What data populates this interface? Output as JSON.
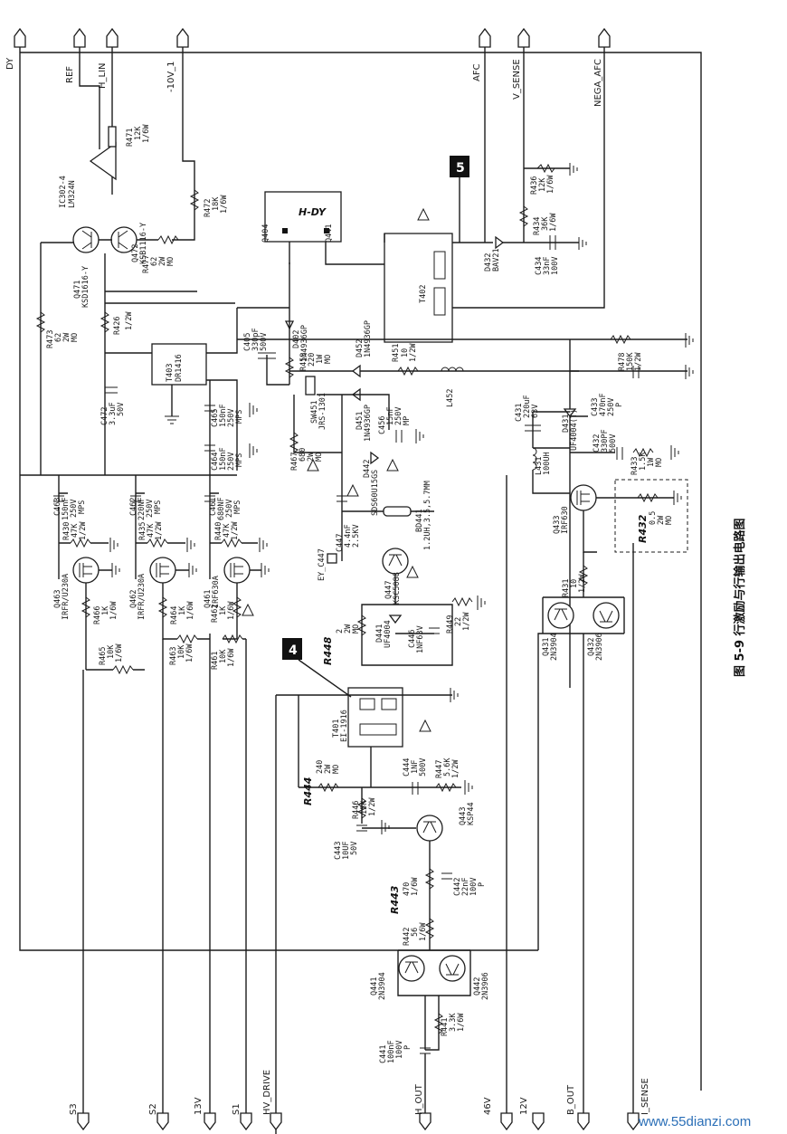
{
  "figure": {
    "caption": "图 5-9  行激励与行输出电路图",
    "watermark": "www.55dianzi.com"
  },
  "top_ports": [
    "DY",
    "REF",
    "H_LIN",
    "-10V_1",
    "AFC",
    "V_SENSE",
    "NEGA_AFC"
  ],
  "bottom_ports": [
    "S3",
    "S2",
    "13V",
    "S1",
    "HV_DRIVE",
    "H_OUT",
    "46V",
    "12V",
    "B_OUT",
    "I_SENSE"
  ],
  "markers": {
    "m5": "5",
    "m4": "4"
  },
  "dy_box": "H-DY",
  "bold_labels": {
    "r448": "R448",
    "r444": "R444",
    "r443": "R443",
    "r432": "R432"
  },
  "ic": {
    "ic302": [
      "IC302-4",
      "LM324N"
    ],
    "t402": "T402",
    "t401": [
      "T401",
      "EI-1916"
    ],
    "t403": [
      "T403",
      "DR1416"
    ]
  },
  "components": {
    "r471": [
      "R471",
      "12K",
      "1/6W"
    ],
    "r472": [
      "R472",
      "18K",
      "1/6W"
    ],
    "r473": [
      "R473",
      "62",
      "2W",
      "MO"
    ],
    "r477": [
      "R477",
      "62",
      "2W",
      "MO"
    ],
    "r426": [
      "R426",
      "1/2W"
    ],
    "q472": [
      "Q472",
      "KSB1116-Y"
    ],
    "q471": [
      "Q471",
      "KSD1616-Y"
    ],
    "c405": [
      "C405",
      "330pF",
      "500V"
    ],
    "d402": [
      "D402",
      "1N4936GP"
    ],
    "r453": [
      "R453",
      "220",
      "1W",
      "MO"
    ],
    "d452": [
      "D452",
      "1N4936GP"
    ],
    "r451": [
      "R451",
      "10",
      "1/2W"
    ],
    "l452": "L452",
    "sw451": [
      "SW451",
      "JRS-1301"
    ],
    "d451": [
      "D451",
      "1N4936GP"
    ],
    "c456": [
      "C456",
      "15nF",
      "250V",
      "MP"
    ],
    "r467": [
      "R467",
      "680",
      "2W",
      "MO"
    ],
    "d442": [
      "D442",
      "SDS60U15GS"
    ],
    "bd441": [
      "BD441",
      "1.2UH,3.5,5.7MM"
    ],
    "c447": [
      "C447",
      "4.4nF",
      "2.5KV"
    ],
    "ey_c447": "EY_C447",
    "q447": [
      "Q447",
      "KSC5088"
    ],
    "d441": [
      "D441",
      "UF4004"
    ],
    "c446": [
      "C446",
      "1NF63V"
    ],
    "r449": [
      "R449",
      "22",
      "1/2W"
    ],
    "r448": [
      "2",
      "2W",
      "MO"
    ],
    "d432": [
      "D432",
      "BAV21"
    ],
    "c434": [
      "C434",
      "33nF",
      "100V"
    ],
    "r436": [
      "R436",
      "12K",
      "1/6W"
    ],
    "r434": [
      "R434",
      "36K",
      "1/6W"
    ],
    "r478": [
      "R478",
      "150K",
      "1/2W"
    ],
    "c431": [
      "C431",
      "220uF",
      "63V"
    ],
    "d431": [
      "D431",
      "UF4004(T)"
    ],
    "c433": [
      "C433",
      "470nF",
      "250V",
      "P"
    ],
    "c432": [
      "C432",
      "330PF",
      "500V"
    ],
    "r433": [
      "R433",
      "1.5K",
      "1W",
      "MO"
    ],
    "l431": [
      "L431",
      "100UH"
    ],
    "q433": [
      "Q433",
      "IRF630"
    ],
    "r432": [
      "0.5",
      "2W",
      "MO"
    ],
    "r431": [
      "R431",
      "10",
      "1/2W"
    ],
    "q431": [
      "Q431",
      "2N3904"
    ],
    "q432": [
      "Q432",
      "2N3906"
    ],
    "c472": [
      "C472",
      "3.3uF",
      "50V"
    ],
    "c465": [
      "C465",
      "150nF",
      "250V",
      "MPS"
    ],
    "c464": [
      "C464",
      "150nF",
      "250V",
      "MPS"
    ],
    "c463": [
      "C463",
      "150nF",
      "250V",
      "MPS"
    ],
    "c462": [
      "C462",
      "220NF",
      "250V",
      "MPS"
    ],
    "c461": [
      "C461",
      "680NF",
      "250V",
      "MPS"
    ],
    "r430": [
      "R430",
      "47K",
      "1/2W"
    ],
    "r435": [
      "R435",
      "47K",
      "1/2W"
    ],
    "r440": [
      "R440",
      "47K",
      "1/2W"
    ],
    "q463": [
      "Q463",
      "IRFR/U230A"
    ],
    "q462": [
      "Q462",
      "IRFR/U230A"
    ],
    "q461": [
      "Q461",
      "IRF630A"
    ],
    "r466": [
      "R466",
      "1K",
      "1/6W"
    ],
    "r464": [
      "R464",
      "1K",
      "1/6W"
    ],
    "r462": [
      "R462",
      "1K",
      "1/6W"
    ],
    "r465": [
      "R465",
      "10K",
      "1/6W"
    ],
    "r463": [
      "R463",
      "10K",
      "1/6W"
    ],
    "r461": [
      "R461",
      "10K",
      "1/6W"
    ],
    "c444": [
      "C444",
      "1NF",
      "500V"
    ],
    "r447": [
      "R447",
      "5.6K",
      "1/2W"
    ],
    "r444": [
      "240",
      "2W",
      "MO"
    ],
    "r446": [
      "R446",
      "15K",
      "1/2W"
    ],
    "c443": [
      "C443",
      "10UF",
      "50V"
    ],
    "q443": [
      "Q443",
      "KSP44"
    ],
    "r443": [
      "470",
      "1/6W"
    ],
    "c442": [
      "C442",
      "22nF",
      "100V",
      "P"
    ],
    "r442": [
      "R442",
      "56",
      "1/6W"
    ],
    "q441": [
      "Q441",
      "2N3904"
    ],
    "q442": [
      "Q442",
      "2N3906"
    ],
    "r441": [
      "R441",
      "3.3K",
      "1/6W"
    ],
    "c441": [
      "C441",
      "100nF",
      "100V",
      "P"
    ],
    "q404": [
      "Q404",
      "Q441"
    ]
  }
}
